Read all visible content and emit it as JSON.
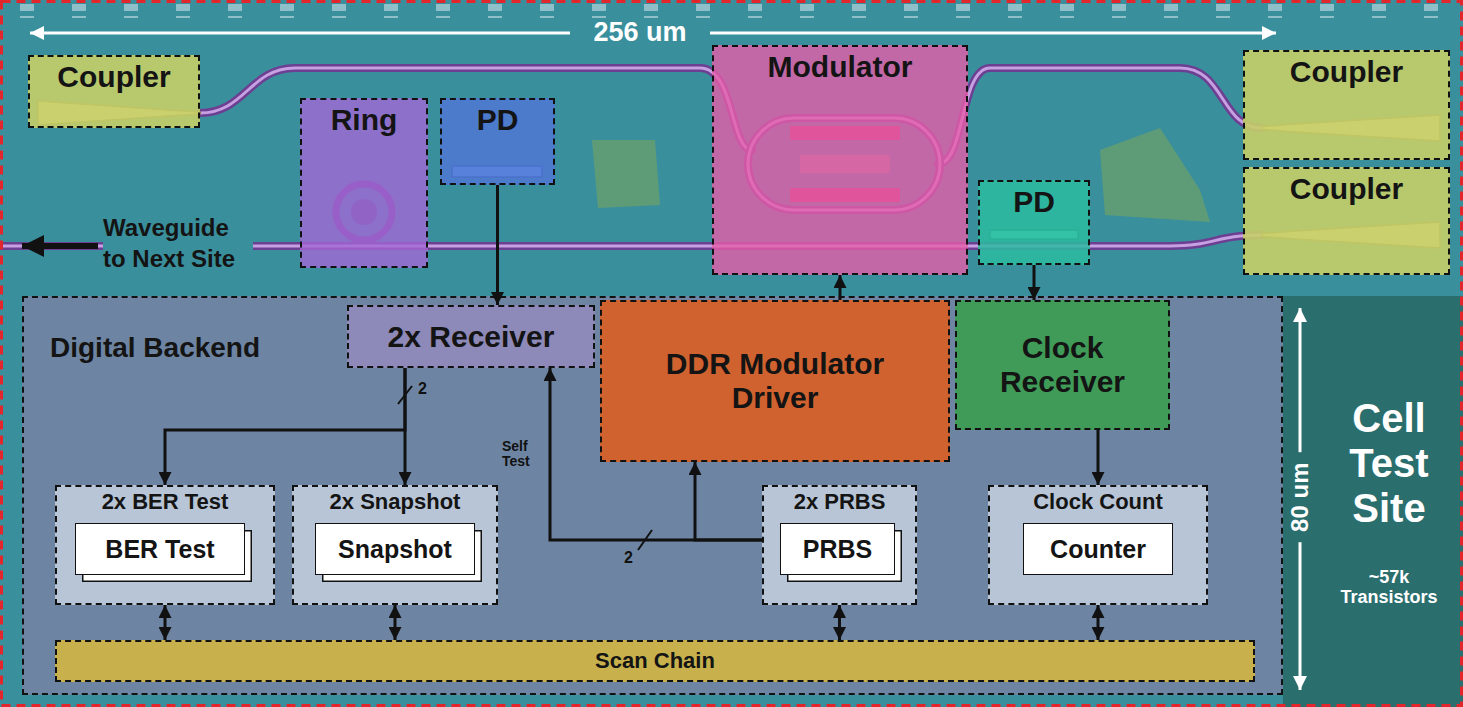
{
  "diagram": {
    "nodes": [
      {
        "text": [
          "Coupler"
        ]
      },
      {
        "text": [
          "Ring"
        ]
      },
      {
        "text": [
          "PD"
        ]
      },
      {
        "text": [
          "Modulator"
        ]
      },
      {
        "text": [
          "Coupler"
        ]
      },
      {
        "text": [
          "PD"
        ]
      },
      {
        "text": [
          "Coupler"
        ]
      },
      {
        "text": [
          "Digital Backend"
        ]
      },
      {
        "text": [
          "2x Receiver"
        ],
        "in": 7
      },
      {
        "text": [
          "DDR Modulator Driver"
        ],
        "in": 7
      },
      {
        "text": [
          "Clock Receiver"
        ],
        "in": 7
      },
      {
        "text": [
          "Cell Test Site",
          "~57k Transistors"
        ]
      },
      {
        "text": [
          "2x BER Test"
        ],
        "in": 7
      },
      {
        "text": [
          "BER Test"
        ],
        "in": 12
      },
      {
        "text": [
          "2x Snapshot"
        ],
        "in": 7
      },
      {
        "text": [
          "Snapshot"
        ],
        "in": 14
      },
      {
        "text": [
          "2x PRBS"
        ],
        "in": 7
      },
      {
        "text": [
          "PRBS"
        ],
        "in": 16
      },
      {
        "text": [
          "Clock Count"
        ],
        "in": 7
      },
      {
        "text": [
          "Counter"
        ],
        "in": 18
      },
      {
        "text": [
          "Scan Chain"
        ],
        "in": 7
      }
    ],
    "edges": [
      {
        "from": 2,
        "to": 8,
        "arrow": "to"
      },
      {
        "from": 9,
        "to": 3,
        "arrow": "to"
      },
      {
        "from": 5,
        "to": 10,
        "arrow": "to"
      },
      {
        "from": 10,
        "to": 18,
        "arrow": "to"
      },
      {
        "from": 8,
        "to": 12,
        "arrow": "to"
      },
      {
        "from": 8,
        "to": 14,
        "arrow": "to"
      },
      {
        "from": 16,
        "to": 9,
        "arrow": "to"
      },
      {
        "from": 16,
        "to": 8,
        "label": "Self Test",
        "arrow": "to"
      },
      {
        "from": 12,
        "to": 20,
        "arrow": "both"
      },
      {
        "from": 14,
        "to": 20,
        "arrow": "both"
      },
      {
        "from": 16,
        "to": 20,
        "arrow": "both"
      },
      {
        "from": 18,
        "to": 20,
        "arrow": "both"
      }
    ],
    "labels": [
      "256 um",
      "Waveguide to Next Site",
      "2",
      "2",
      "80 um"
    ]
  }
}
